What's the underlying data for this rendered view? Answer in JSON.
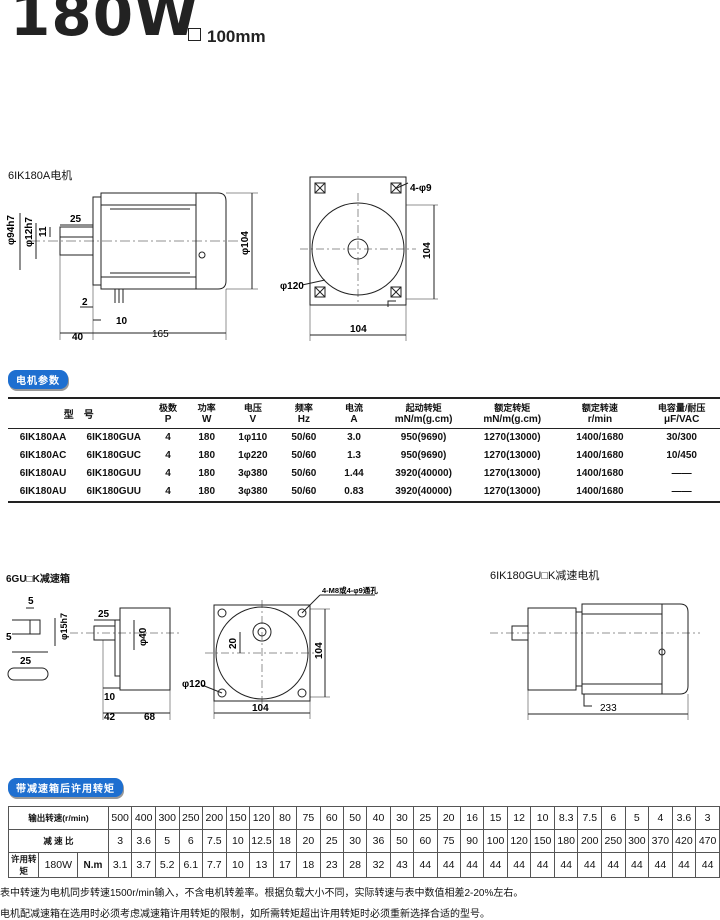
{
  "header": {
    "title": "180W",
    "size_label": "100mm"
  },
  "motor_drawing": {
    "label": "6IK180A电机",
    "dims": {
      "d_shaft": "φ12h7",
      "d_pilot": "φ94h7",
      "key": "11",
      "shaft_len": "25",
      "flange": "2",
      "shoulder": "10",
      "offset": "40",
      "body_len": "165",
      "height": "φ104",
      "holes": "4-φ9",
      "square": "104",
      "pcd": "φ120",
      "square_w": "104"
    }
  },
  "params": {
    "badge": "电机参数",
    "headers": [
      [
        "型　号",
        ""
      ],
      [
        "极数",
        "P"
      ],
      [
        "功率",
        "W"
      ],
      [
        "电压",
        "V"
      ],
      [
        "频率",
        "Hz"
      ],
      [
        "电流",
        "A"
      ],
      [
        "起动转矩",
        "mN/m(g.cm)"
      ],
      [
        "额定转矩",
        "mN/m(g.cm)"
      ],
      [
        "额定转速",
        "r/min"
      ],
      [
        "电容量/耐压",
        "μF/VAC"
      ]
    ],
    "rows": [
      [
        "6IK180AA",
        "6IK180GUA",
        "4",
        "180",
        "1φ110",
        "50/60",
        "3.0",
        "950(9690)",
        "1270(13000)",
        "1400/1680",
        "30/300"
      ],
      [
        "6IK180AC",
        "6IK180GUC",
        "4",
        "180",
        "1φ220",
        "50/60",
        "1.3",
        "950(9690)",
        "1270(13000)",
        "1400/1680",
        "10/450"
      ],
      [
        "6IK180AU",
        "6IK180GUU",
        "4",
        "180",
        "3φ380",
        "50/60",
        "1.44",
        "3920(40000)",
        "1270(13000)",
        "1400/1680",
        "——"
      ],
      [
        "6IK180AU",
        "6IK180GUU",
        "4",
        "180",
        "3φ380",
        "50/60",
        "0.83",
        "3920(40000)",
        "1270(13000)",
        "1400/1680",
        "——"
      ]
    ]
  },
  "gearbox": {
    "label": "6GU□K减速箱",
    "dims": {
      "key_w": "5",
      "key_h": "5",
      "key_len": "25",
      "shaft": "φ15h7",
      "shaft_len": "25",
      "boss": "φ40",
      "step": "10",
      "len1": "42",
      "len2": "68",
      "holes": "4-M8或4-φ9通孔",
      "off": "20",
      "sq": "104",
      "pcd": "φ120",
      "sq_w": "104"
    }
  },
  "geared_motor": {
    "label": "6IK180GU□K减速电机",
    "length": "233"
  },
  "torque": {
    "badge": "带减速箱后许用转矩",
    "row1_label": "输出转速(r/min)",
    "row2_label": "减 速 比",
    "row3_label_a": "许用转矩",
    "row3_power": "180W",
    "row3_unit": "N.m",
    "speeds": [
      "500",
      "400",
      "300",
      "250",
      "200",
      "150",
      "120",
      "80",
      "75",
      "60",
      "50",
      "40",
      "30",
      "25",
      "20",
      "16",
      "15",
      "12",
      "10",
      "8.3",
      "7.5",
      "6",
      "5",
      "4",
      "3.6",
      "3"
    ],
    "ratios": [
      "3",
      "3.6",
      "5",
      "6",
      "7.5",
      "10",
      "12.5",
      "18",
      "20",
      "25",
      "30",
      "36",
      "50",
      "60",
      "75",
      "90",
      "100",
      "120",
      "150",
      "180",
      "200",
      "250",
      "300",
      "370",
      "420",
      "470"
    ],
    "torques": [
      "3.1",
      "3.7",
      "5.2",
      "6.1",
      "7.7",
      "10",
      "13",
      "17",
      "18",
      "23",
      "28",
      "32",
      "43",
      "44",
      "44",
      "44",
      "44",
      "44",
      "44",
      "44",
      "44",
      "44",
      "44",
      "44",
      "44",
      "44"
    ]
  },
  "notes": [
    "表中转速为电机同步转速1500r/min输入，不含电机转差率。根据负载大小不同，实际转速与表中数值相差2-20%左右。",
    "电机配减速箱在选用时必须考虑减速箱许用转矩的限制，如所需转矩超出许用转矩时必须重新选择合适的型号。"
  ]
}
